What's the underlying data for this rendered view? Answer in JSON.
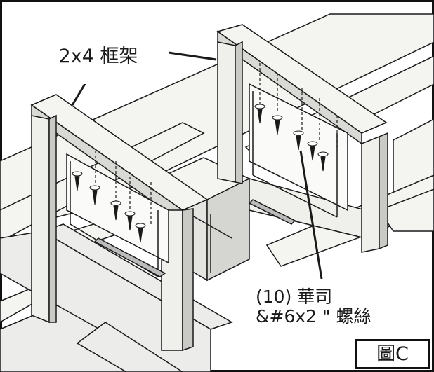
{
  "labels": {
    "frame": "2x4 框架",
    "washers_line1": "(10) 華司",
    "washers_line2": "&#6x2 \" 螺絲",
    "figure": "圖C"
  },
  "colors": {
    "line": "#1a1a1a",
    "wood": "#f4f4f1",
    "shade": "#d9d9d6",
    "dark": "#9a9a98"
  }
}
